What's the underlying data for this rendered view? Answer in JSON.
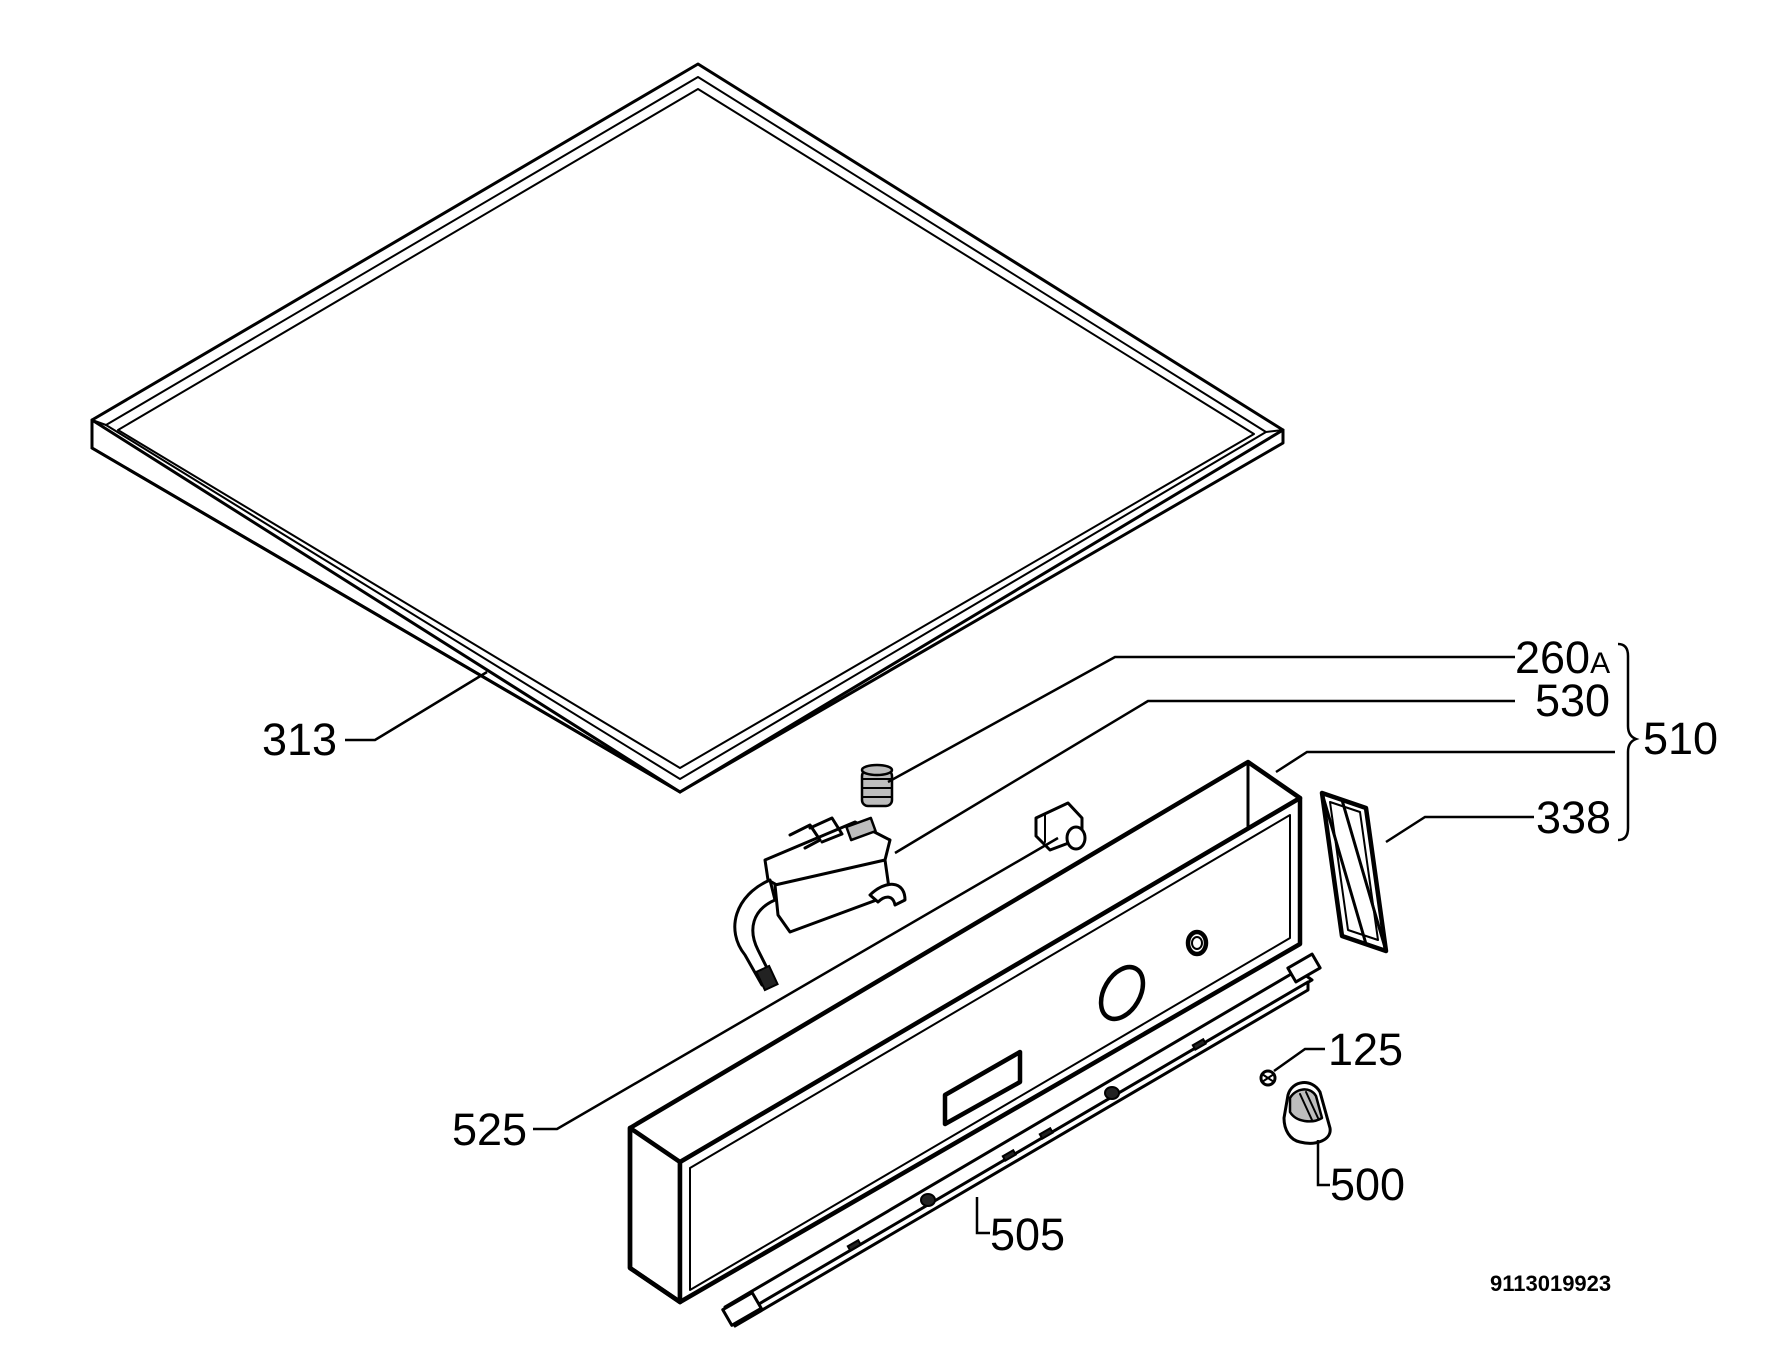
{
  "labels": {
    "lid": "313",
    "spring": "260",
    "spring_suffix": "A",
    "switch": "530",
    "group": "510",
    "seal": "338",
    "cable": "525",
    "screw": "125",
    "knob": "500",
    "rail": "505"
  },
  "document_number": "9113019923"
}
